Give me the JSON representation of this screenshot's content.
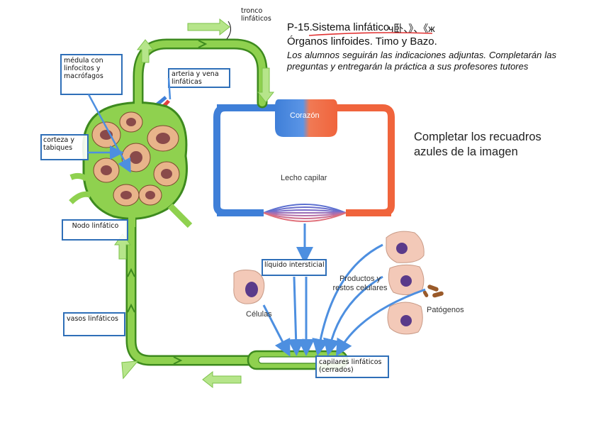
{
  "header": {
    "code": "P-15.",
    "title": "Sistema linfático",
    "mark": "ч卧、》、《ж",
    "subtitle": "Órganos linfoides. Timo y Bazo.",
    "instructions": "Los alumnos seguirán las indicaciones adjuntas. Completarán las preguntas y entregarán la práctica a sus profesores tutores"
  },
  "task": "Completar los recuadros azules de la imagen",
  "diagram_labels": {
    "heart": "Corazón",
    "capillary_bed": "Lecho capilar",
    "cells": "Células",
    "products": "Productos y restos celulares",
    "pathogens": "Patógenos"
  },
  "handwritten": {
    "trunk": "tronco linfáticos",
    "medulla": "médula con linfocitos y macrófagos",
    "artery": "arteria y vena linfáticas",
    "cortex": "corteza y tabiques",
    "node": "Nodo linfático",
    "fluid": "líquido intersticial",
    "vessels": "vasos linfáticos",
    "capillaries": "capilares linfáticos (cerrados)"
  },
  "colors": {
    "box_border": "#2f6fb8",
    "vessel_green": "#8fd14f",
    "vessel_outline": "#3d8a1e",
    "blood_blue": "#3f7fd8",
    "blood_red": "#f0643c",
    "arrow_blue": "#4d8fe0"
  }
}
